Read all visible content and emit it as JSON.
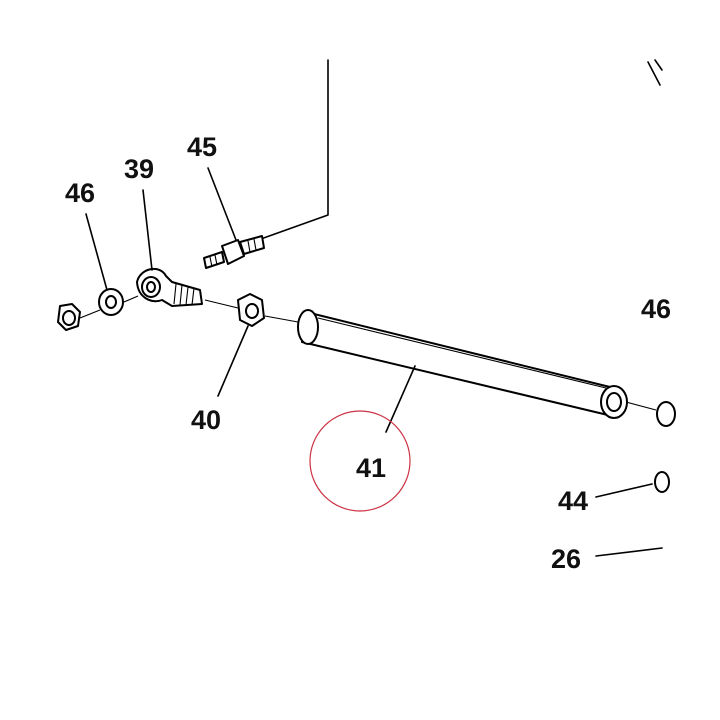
{
  "callouts": {
    "p45": "45",
    "p39": "39",
    "p46": "46",
    "p40": "40",
    "p41": "41",
    "p44": "44",
    "p26": "26",
    "p46_cut": "46"
  },
  "colors": {
    "highlight_circle": "#cc3344",
    "line": "#000000",
    "text": "#111111"
  }
}
